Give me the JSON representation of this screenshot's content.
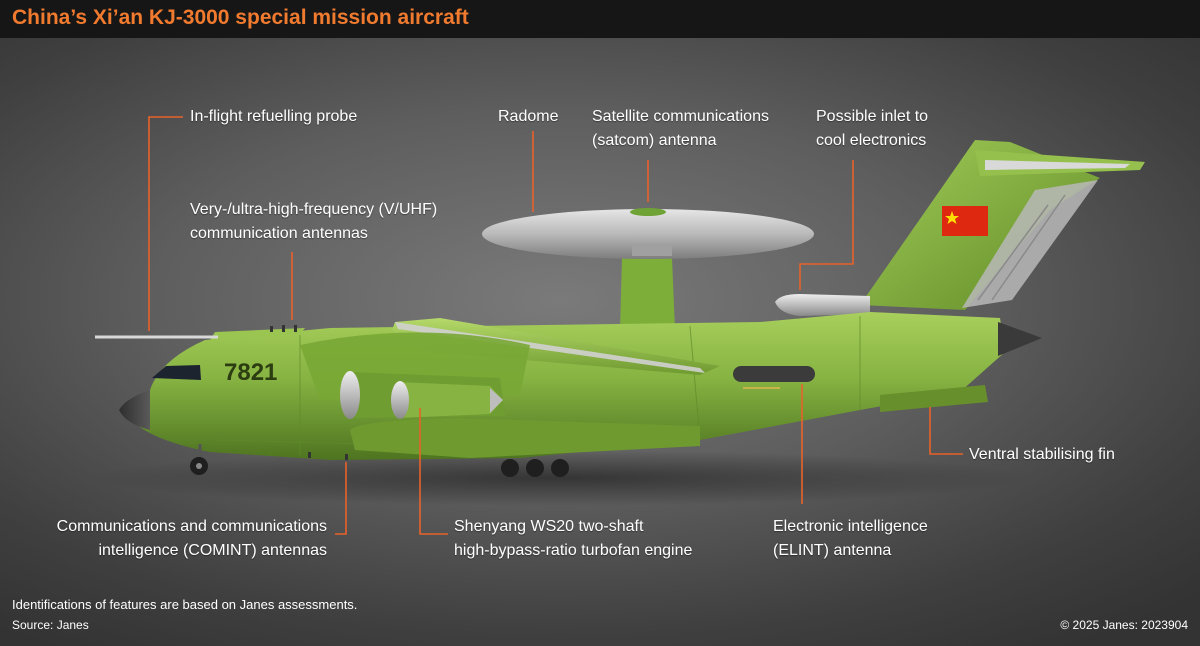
{
  "title": "China’s Xi’an KJ-3000 special mission aircraft",
  "aircraft": {
    "tail_number": "7821"
  },
  "callouts": {
    "refuelling_probe": [
      "In-flight refuelling probe"
    ],
    "vuhf": [
      "Very-/ultra-high-frequency (V/UHF)",
      "communication antennas"
    ],
    "radome": [
      "Radome"
    ],
    "satcom": [
      "Satellite communications",
      "(satcom) antenna"
    ],
    "inlet": [
      "Possible inlet to",
      "cool electronics"
    ],
    "ventral_fin": [
      "Ventral stabilising fin"
    ],
    "comint": [
      "Communications and communications",
      "intelligence (COMINT) antennas"
    ],
    "engine": [
      "Shenyang WS20 two-shaft",
      "high-bypass-ratio turbofan engine"
    ],
    "elint": [
      "Electronic intelligence",
      "(ELINT) antenna"
    ]
  },
  "footer": {
    "note": "Identifications of features are based on Janes assessments.",
    "source": "Source: Janes",
    "copyright": "© 2025 Janes: 2023904"
  },
  "colors": {
    "title": "#f07a2e",
    "leader_lines": "#e8622a",
    "airframe_green": "#7fae3c",
    "text": "#ffffff"
  }
}
